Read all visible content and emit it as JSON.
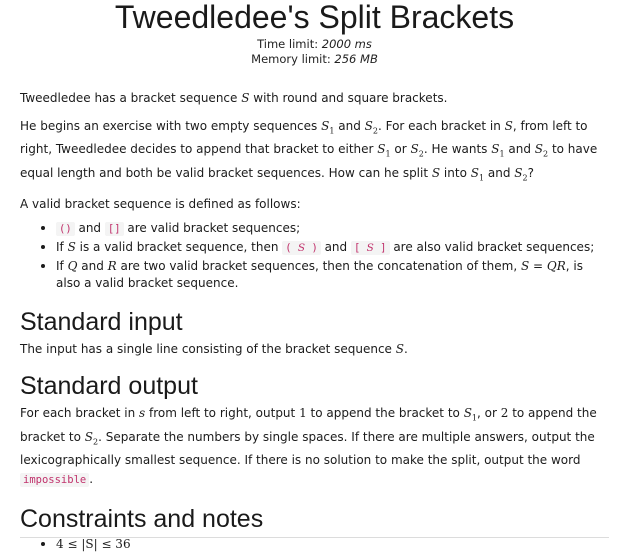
{
  "problem": {
    "title": "Tweedledee's Split Brackets",
    "time_limit_label": "Time limit:",
    "time_limit_value": "2000 ms",
    "memory_limit_label": "Memory limit:",
    "memory_limit_value": "256 MB"
  },
  "statement": {
    "p1_a": "Tweedledee has a bracket sequence ",
    "p1_var": "S",
    "p1_b": " with round and square brackets.",
    "p2": [
      {
        "t": "He begins an exercise with two empty sequences "
      },
      {
        "m": "S",
        "sub": "1"
      },
      {
        "t": " and "
      },
      {
        "m": "S",
        "sub": "2"
      },
      {
        "t": ". For each bracket in "
      },
      {
        "m": "S"
      },
      {
        "t": ", from left to right, Tweedledee decides to append that bracket to either "
      },
      {
        "m": "S",
        "sub": "1"
      },
      {
        "t": " or "
      },
      {
        "m": "S",
        "sub": "2"
      },
      {
        "t": ". He wants "
      },
      {
        "m": "S",
        "sub": "1"
      },
      {
        "t": " and "
      },
      {
        "m": "S",
        "sub": "2"
      },
      {
        "t": " to have equal length and both be valid bracket sequences. How can he split "
      },
      {
        "m": "S"
      },
      {
        "t": " into "
      },
      {
        "m": "S",
        "sub": "1"
      },
      {
        "t": " and "
      },
      {
        "m": "S",
        "sub": "2"
      },
      {
        "t": "?"
      }
    ],
    "p3": "A valid bracket sequence is defined as follows:",
    "bullet1": {
      "code1": "()",
      "mid": " and ",
      "code2": "[]",
      "end": " are valid bracket sequences;"
    },
    "bullet2": {
      "a": "If ",
      "v1": "S",
      "b": " is a valid bracket sequence, then ",
      "c1": "(",
      "v2": "S",
      "c2": ")",
      "mid": " and ",
      "c3": "[",
      "v3": "S",
      "c4": "]",
      "end": " are also valid bracket sequences;"
    },
    "bullet3": {
      "a": "If ",
      "v1": "Q",
      "b": " and ",
      "v2": "R",
      "c": " are two valid bracket sequences, then the concatenation of them, ",
      "eq": "S = QR",
      "end": ", is also a valid bracket sequence."
    }
  },
  "input_section": {
    "heading": "Standard input",
    "text_a": "The input has a single line consisting of the bracket sequence ",
    "var": "S",
    "text_b": "."
  },
  "output_section": {
    "heading": "Standard output",
    "segments": [
      {
        "t": "For each bracket in "
      },
      {
        "m": "s"
      },
      {
        "t": " from left to right, output "
      },
      {
        "r": "1"
      },
      {
        "t": " to append the bracket to "
      },
      {
        "m": "S",
        "sub": "1"
      },
      {
        "t": ", or "
      },
      {
        "r": "2"
      },
      {
        "t": " to append the bracket to "
      },
      {
        "m": "S",
        "sub": "2"
      },
      {
        "t": ". Separate the numbers by single spaces. If there are multiple answers, output the lexicographically smallest sequence. If there is no solution to make the split, output the word "
      },
      {
        "code": "impossible"
      },
      {
        "t": "."
      }
    ]
  },
  "constraints_section": {
    "heading": "Constraints and notes",
    "item": "4 ≤ |S| ≤ 36"
  }
}
